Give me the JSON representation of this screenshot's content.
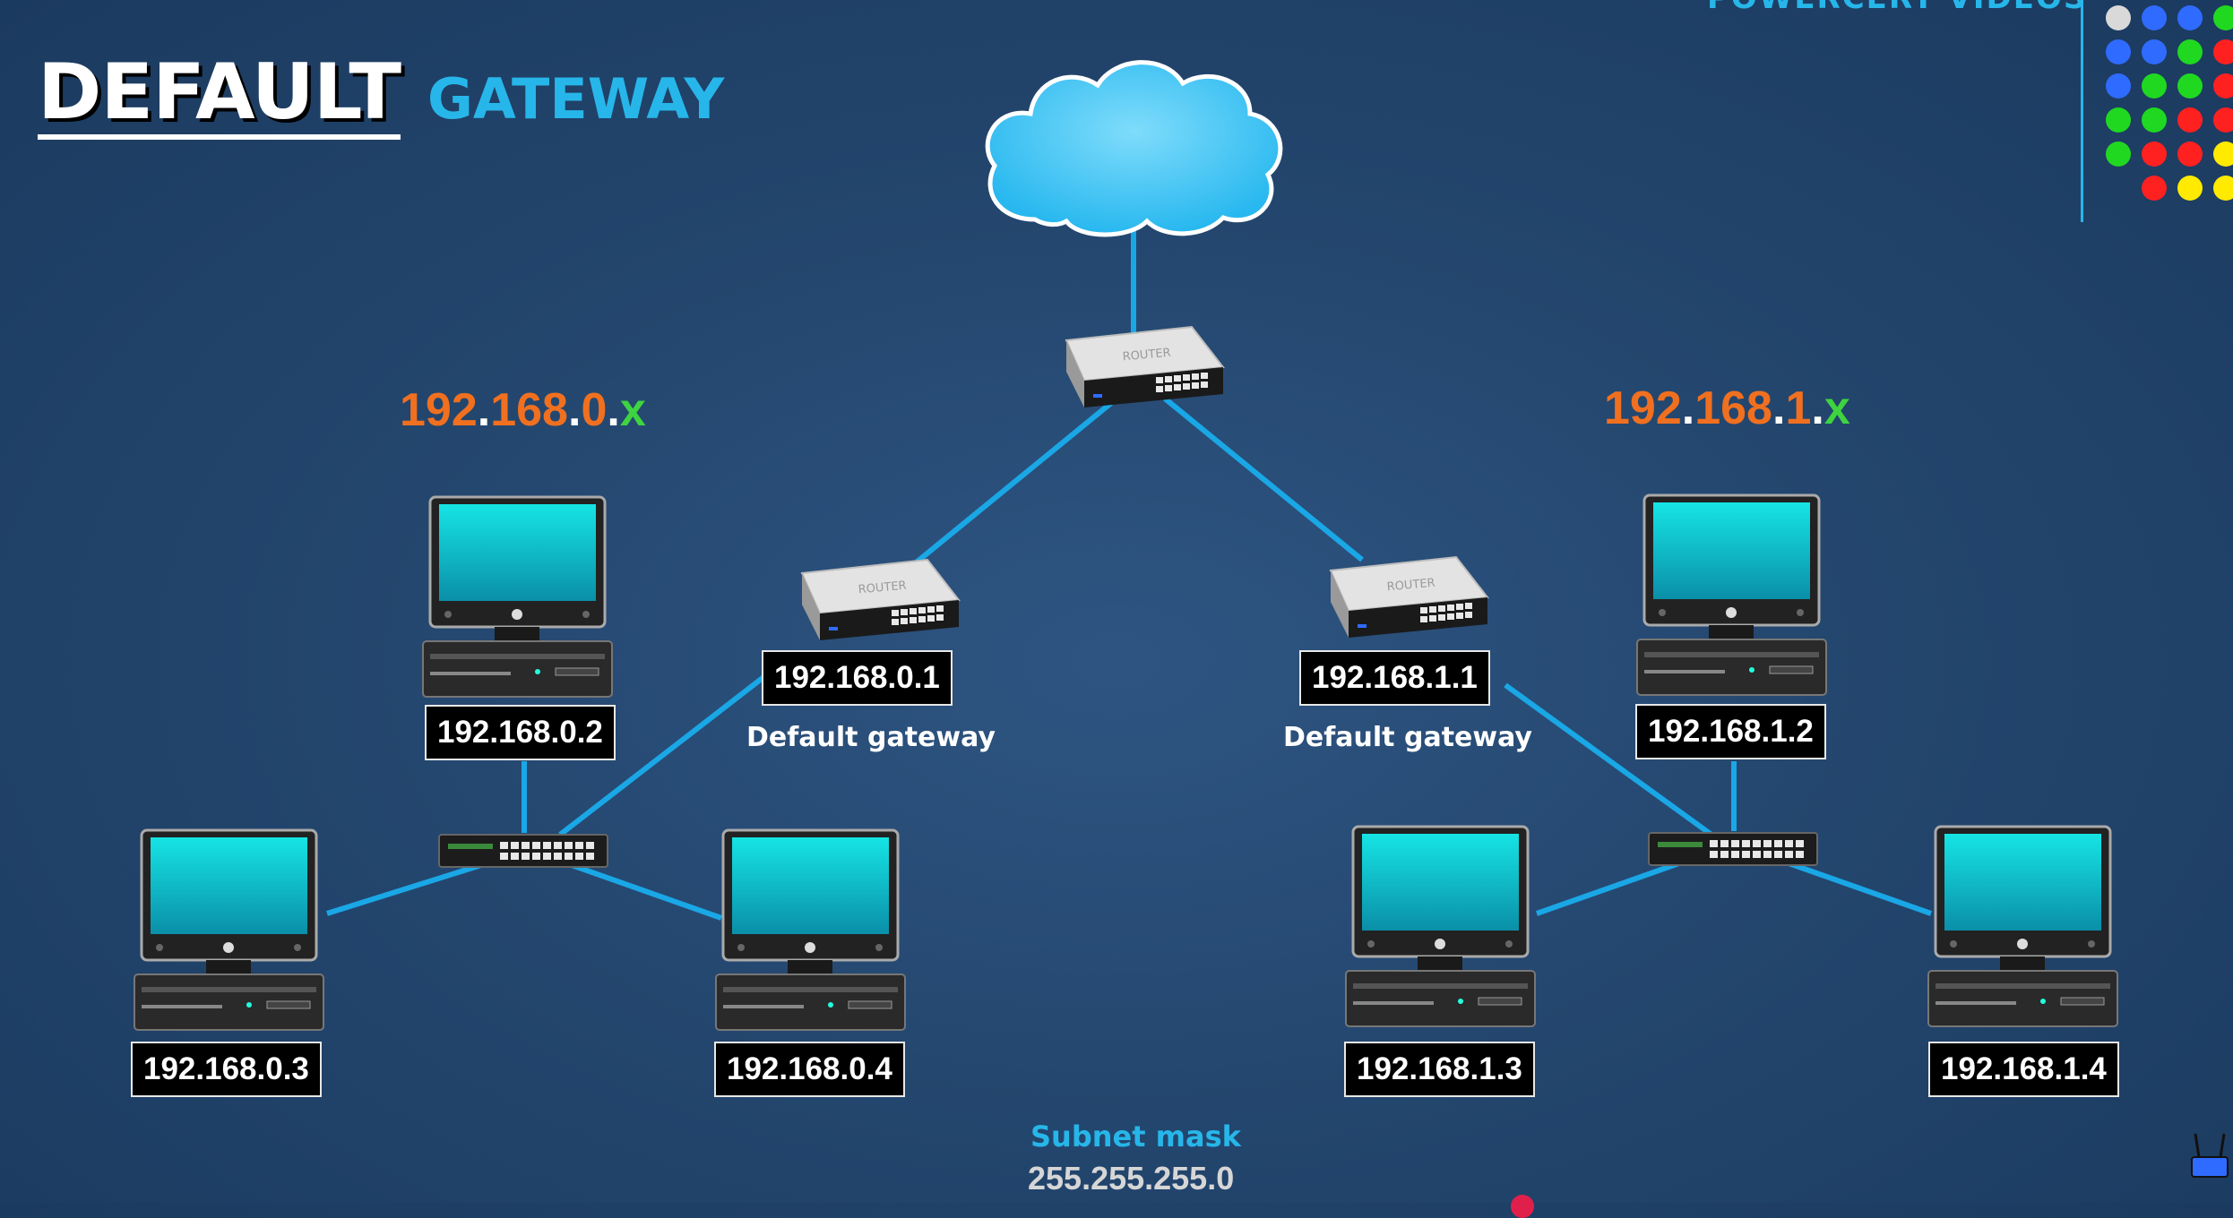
{
  "title": {
    "main": "DEFAULT",
    "sub": "GATEWAY"
  },
  "brand": "POWERCERT VIDEOS",
  "networks": [
    {
      "prefix": "192",
      "d1": ".",
      "octet2": "168",
      "d2": ".",
      "octet3": "0",
      "d3": ".",
      "host": "x"
    },
    {
      "prefix": "192",
      "d1": ".",
      "octet2": "168",
      "d2": ".",
      "octet3": "1",
      "d3": ".",
      "host": "x"
    }
  ],
  "gateways": [
    {
      "ip": "192.168.0.1",
      "label": "Default gateway"
    },
    {
      "ip": "192.168.1.1",
      "label": "Default gateway"
    }
  ],
  "hosts": [
    "192.168.0.2",
    "192.168.0.3",
    "192.168.0.4",
    "192.168.1.2",
    "192.168.1.3",
    "192.168.1.4"
  ],
  "router_label": "ROUTER",
  "subnet": {
    "label": "Subnet mask",
    "value": "255.255.255.0"
  },
  "colors": {
    "accent": "#27b6ea",
    "network_orange": "#f07020",
    "network_green": "#3fd43f",
    "wire": "#1aa7e6",
    "dot_grid": [
      "#d9d9d9",
      "#2f6bff",
      "#20d820",
      "#ff2020",
      "#ffea00"
    ]
  },
  "icons": [
    "cloud-icon",
    "router-icon",
    "switch-icon",
    "computer-icon",
    "usb-device-icon"
  ]
}
